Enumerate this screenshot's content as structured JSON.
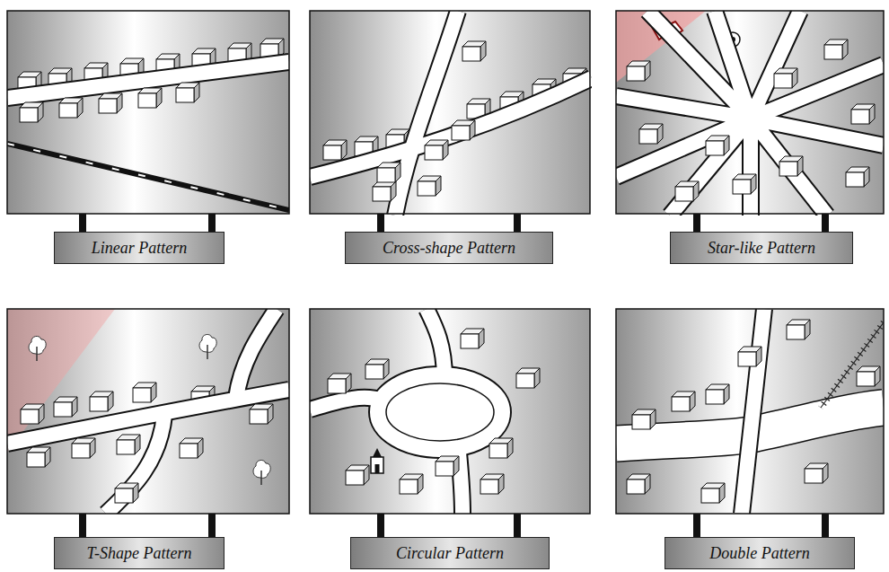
{
  "diagram": {
    "nodes": [
      {
        "text": [
          "Linear Pattern"
        ]
      },
      {
        "text": [
          "Cross-shape Pattern"
        ]
      },
      {
        "text": [
          "Star-like Pattern"
        ]
      },
      {
        "text": [
          "T-Shape Pattern"
        ]
      },
      {
        "text": [
          "Circular Pattern"
        ]
      },
      {
        "text": [
          "Double Pattern"
        ]
      }
    ]
  }
}
